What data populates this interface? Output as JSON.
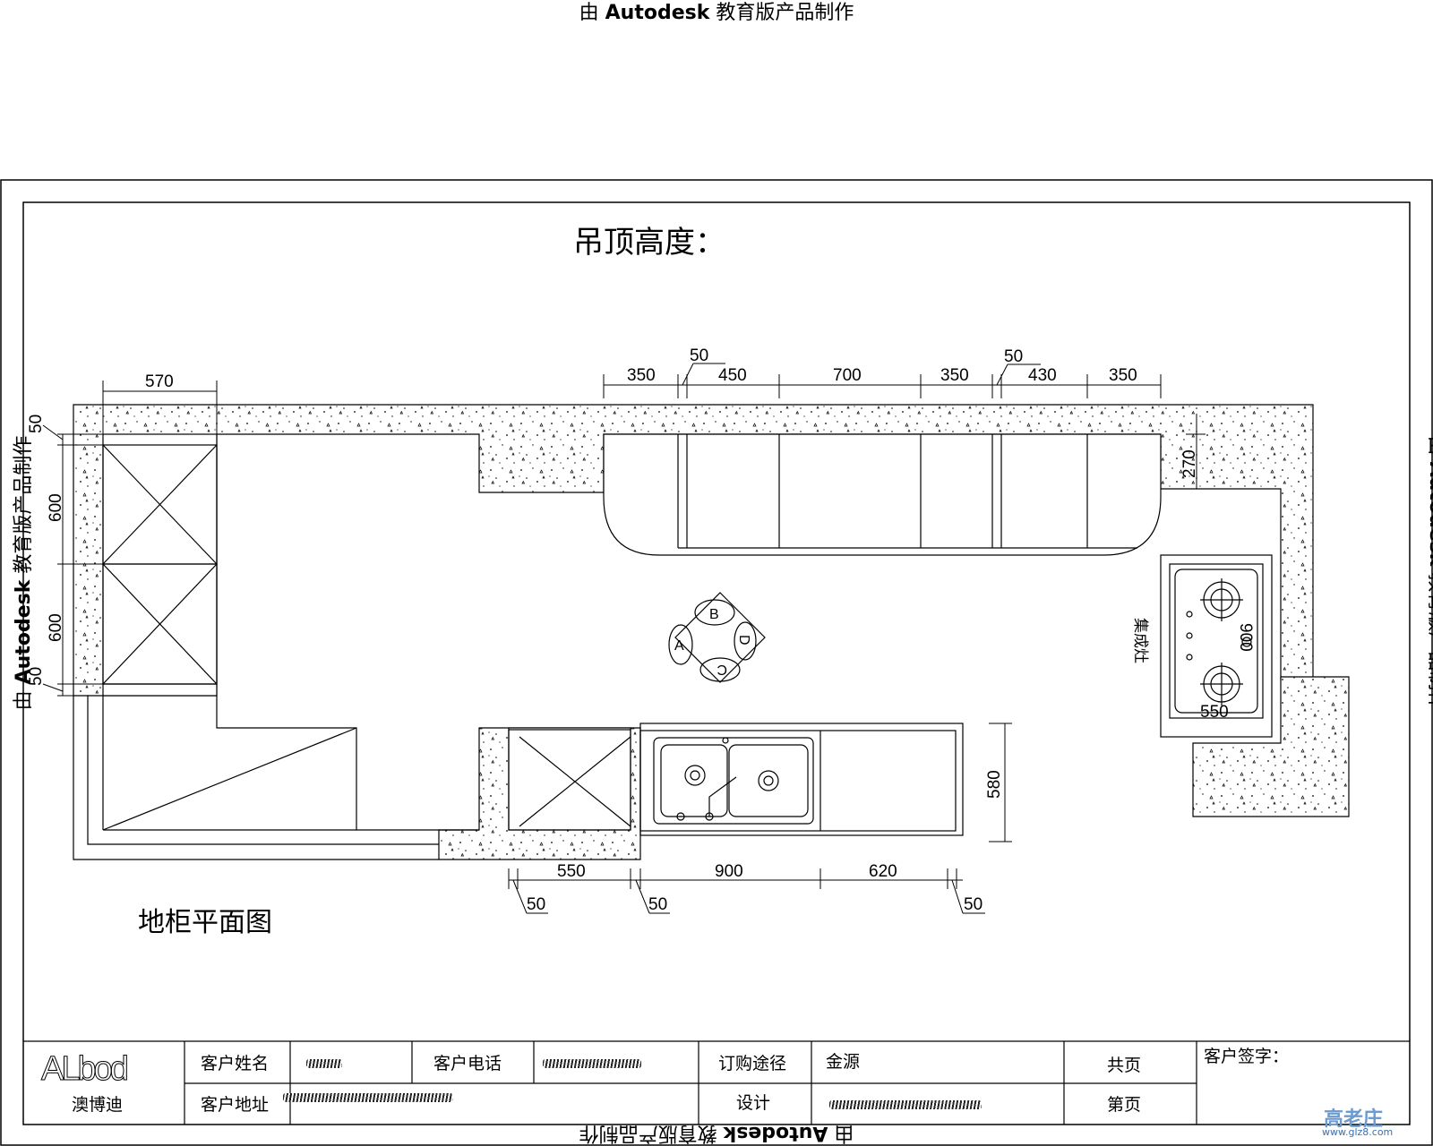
{
  "watermark": {
    "prefix": "由",
    "brand": "Autodesk",
    "suffix": "教育版产品制作"
  },
  "drawing": {
    "ceiling_height_label": "吊顶高度：",
    "plan_title": "地柜平面图",
    "stove_label": "集成灶",
    "zone_labels": [
      "A",
      "B",
      "C",
      "D"
    ],
    "dimensions": {
      "left_top_width": "570",
      "left_top_margin": "50",
      "left_upper": "600",
      "left_lower": "600",
      "left_bottom_margin": "50",
      "top_segments": [
        "350",
        "450",
        "700",
        "350",
        "430",
        "350"
      ],
      "top_gap_a": "50",
      "top_gap_b": "50",
      "right_depth": "270",
      "stove_width": "900",
      "stove_depth": "550",
      "bottom_depth": "580",
      "bottom_segments": [
        "550",
        "900",
        "620"
      ],
      "bottom_gaps": [
        "50",
        "50",
        "50"
      ]
    }
  },
  "title_block": {
    "logo": "ALbod",
    "company": "澳博迪",
    "customer_name_label": "客户姓名",
    "customer_phone_label": "客户电话",
    "order_channel_label": "订购途径",
    "order_channel_value": "金源",
    "total_pages_label": "共页",
    "customer_address_label": "客户地址",
    "design_label": "设计",
    "page_label": "第页",
    "signature_label": "客户签字："
  },
  "corner_brand": {
    "name": "高老庄",
    "url": "www.glz8.com"
  }
}
